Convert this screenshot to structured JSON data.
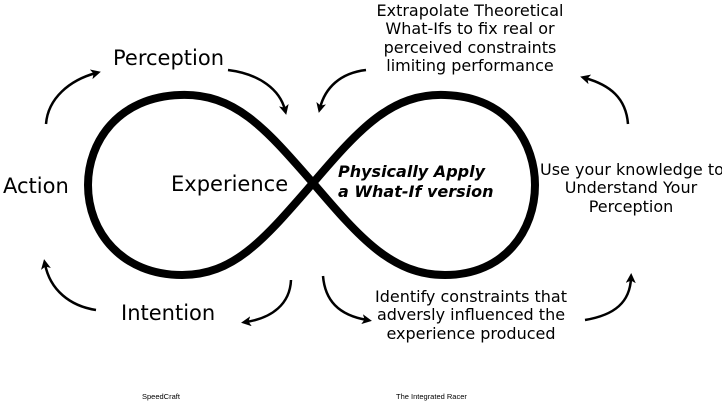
{
  "diagram": {
    "left_loop": {
      "top_label": "Perception",
      "left_label": "Action",
      "bottom_label": "Intention",
      "center_label": "Experience"
    },
    "right_loop": {
      "center_line1": "Physically Apply",
      "center_line2": "a What-If version",
      "top_line1": "Extrapolate Theoretical",
      "top_line2": "What-Ifs to fix real or",
      "top_line3": "perceived constraints",
      "top_line4": "limiting performance",
      "right_line1": "Use your knowledge to",
      "right_line2": "Understand Your",
      "right_line3": "Perception",
      "bottom_line1": "Identify constraints that",
      "bottom_line2": "adversly influenced the",
      "bottom_line3": "experience produced"
    },
    "footer_left": "SpeedCraft",
    "footer_right": "The Integrated Racer",
    "stroke_color": "#000000"
  }
}
